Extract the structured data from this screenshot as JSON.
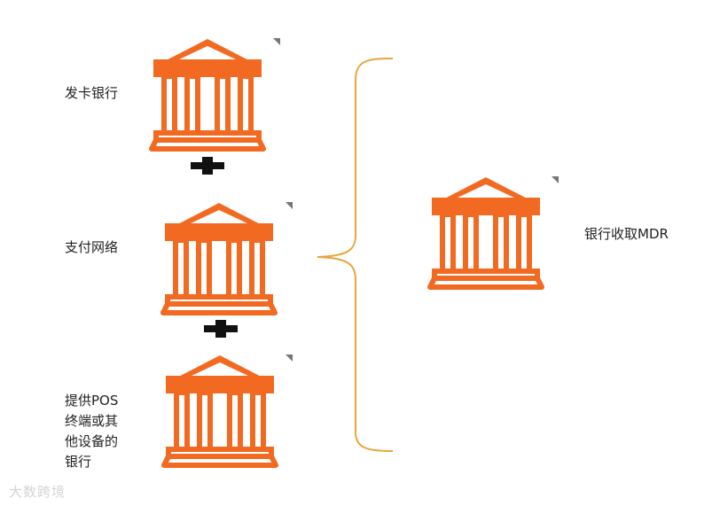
{
  "diagram": {
    "accent_color": "#f26a21",
    "brace_color": "#e8a53c",
    "plus_color": "#111111",
    "icon": "bank-icon",
    "left_items": [
      {
        "id": "issuer",
        "label": "发卡银行"
      },
      {
        "id": "network",
        "label": "支付网络"
      },
      {
        "id": "acquirer",
        "label": "提供POS\n终端或其\n他设备的\n银行"
      }
    ],
    "operator": "+",
    "right_item": {
      "id": "mdr-bank",
      "label": "银行收取MDR"
    },
    "watermark": "大数跨境"
  }
}
